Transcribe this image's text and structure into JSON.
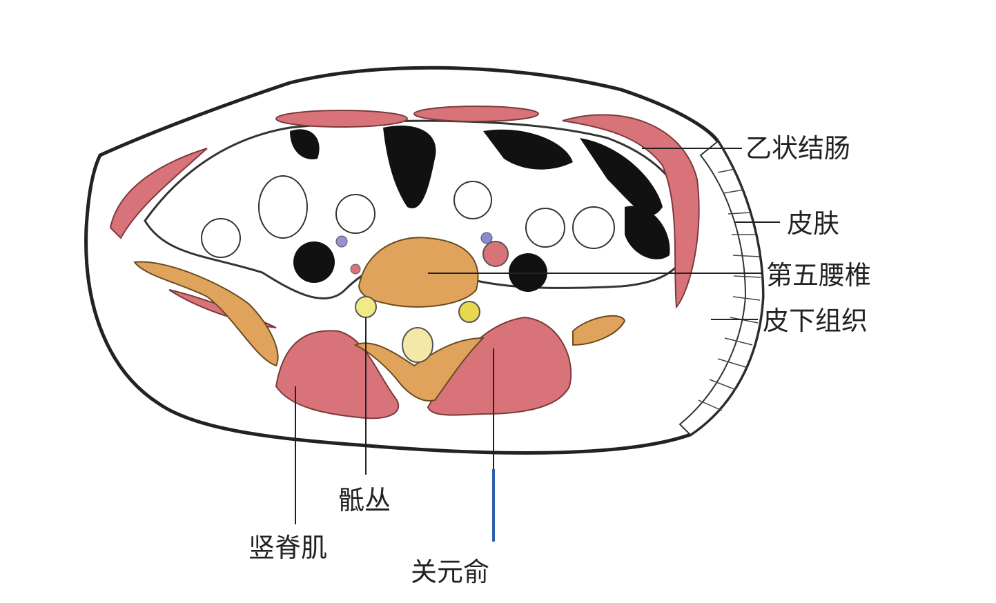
{
  "labels": {
    "sigmoid_colon": "乙状结肠",
    "skin": "皮肤",
    "fifth_lumbar_vertebra": "第五腰椎",
    "subcutaneous_tissue": "皮下组织",
    "sacral_plexus": "骶丛",
    "erector_spinae": "竖脊肌",
    "guanyuanshu": "关元俞"
  },
  "colors": {
    "muscle": "#d9737a",
    "bone": "#e0a35c",
    "needle": "#2f5fb0",
    "outline": "#222222"
  }
}
